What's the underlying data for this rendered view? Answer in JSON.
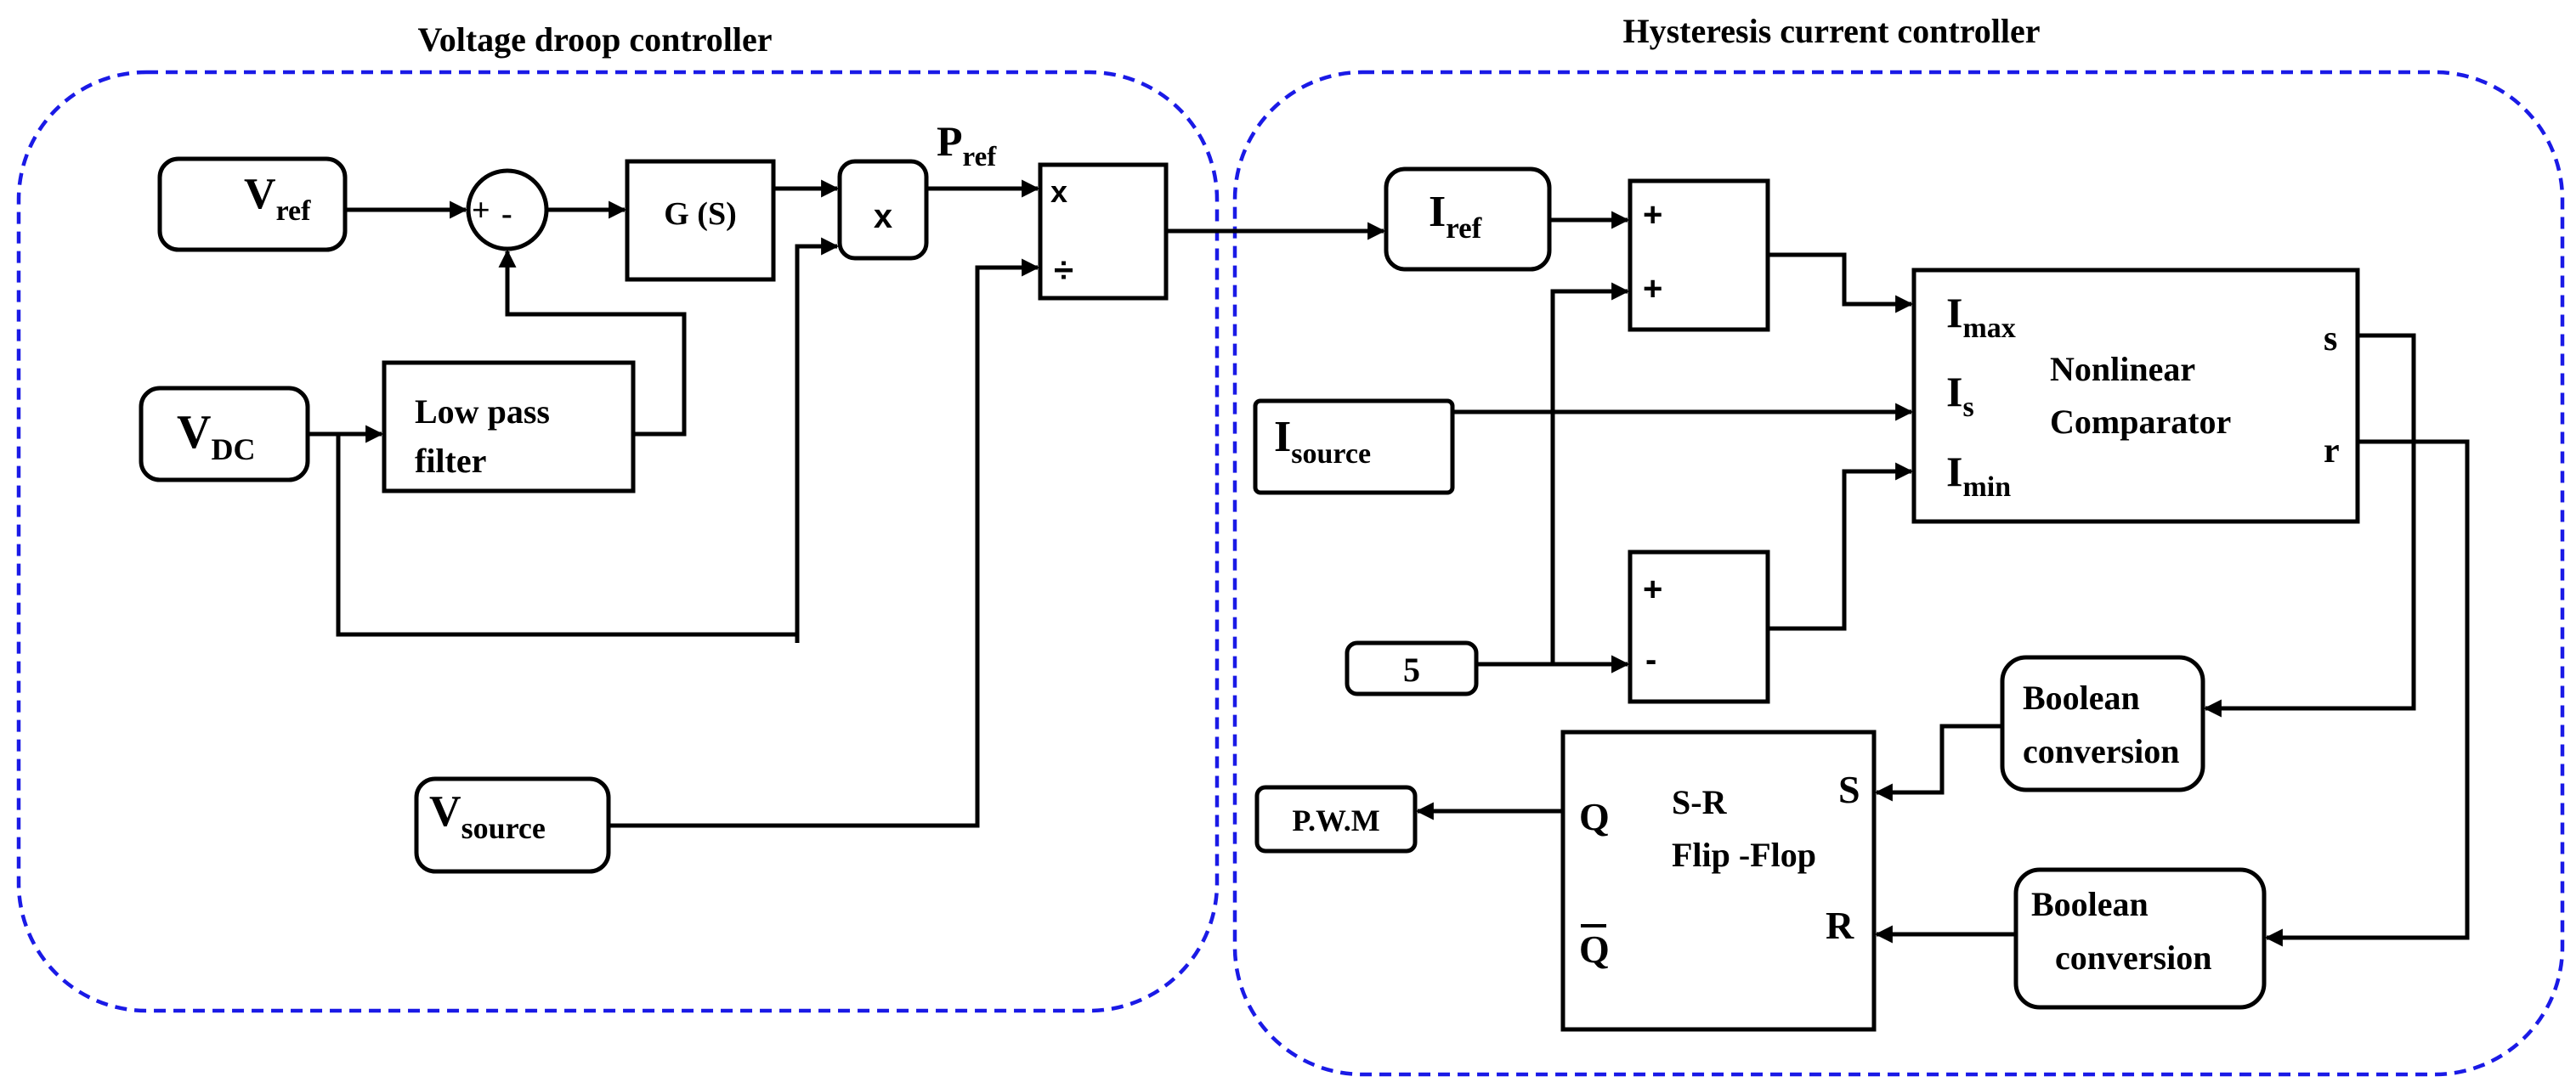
{
  "groups": {
    "voltage_droop": "Voltage droop controller",
    "hysteresis": "Hysteresis current controller"
  },
  "signals": {
    "v_main": "V",
    "v_ref_sub": "ref",
    "v_dc_sub": "DC",
    "v_source_sub": "source",
    "p_main": "P",
    "p_ref_sub": "ref",
    "i_main": "I",
    "i_ref_sub": "ref",
    "i_source_sub": "source",
    "i_max_sub": "max",
    "i_s_sub": "s",
    "i_min_sub": "min",
    "const_5": "5",
    "pwm": "P.W.M"
  },
  "blocks": {
    "sum_plus": "+",
    "sum_minus": "-",
    "transfer": "G (S)",
    "multiply": "x",
    "divide_x": "x",
    "divide_sym": "÷",
    "lpf_line1": "Low pass",
    "lpf_line2": "filter",
    "adder_plus1": "+",
    "adder_plus2": "+",
    "sub_plus": "+",
    "sub_minus": "-",
    "comparator_line1": "Nonlinear",
    "comparator_line2": "Comparator",
    "comparator_out_s": "s",
    "comparator_out_r": "r",
    "boolean1_line1": "Boolean",
    "boolean1_line2": "conversion",
    "boolean2_line1": "Boolean",
    "boolean2_line2": "conversion",
    "flipflop_line1": "S-R",
    "flipflop_line2": "Flip -Flop",
    "ff_q": "Q",
    "ff_qbar": "Q",
    "ff_s": "S",
    "ff_r": "R"
  },
  "colors": {
    "group_border": "#1a1ae6",
    "line": "#000000"
  }
}
